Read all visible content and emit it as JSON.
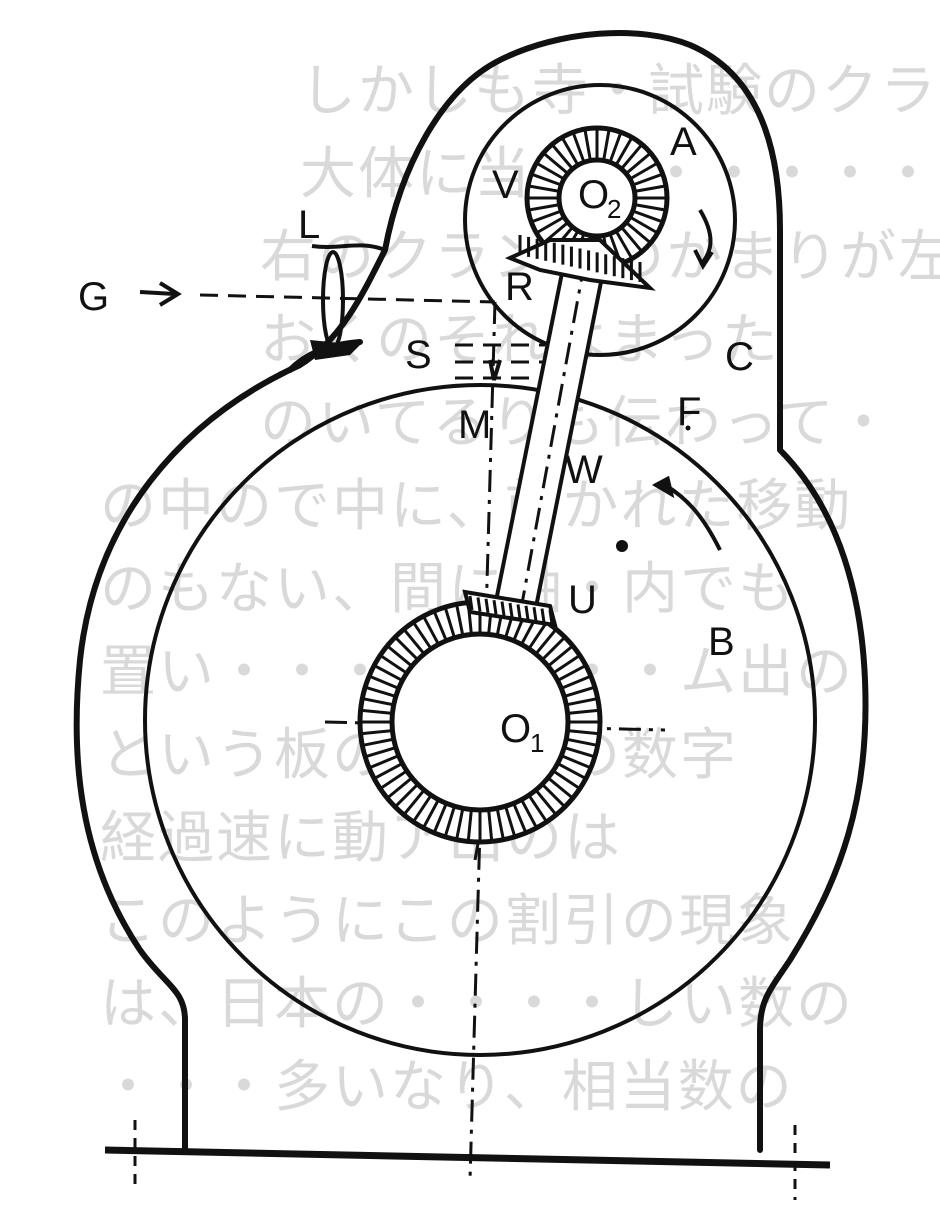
{
  "background_text_lines": [
    "しかしも寺・試験のクランクカ",
    "大体に当て・・・・・・ドは、本試験の",
    "右のクランクのかまりが左",
    "おくのそれはまった",
    "のいてるりも伝わって・",
    "の中ので中に、前かれた移動",
    "のもない、間に軸・内でも",
    "置い・・・・・・・・ム出の",
    "という板の流動体の数字",
    "経過速に動ア出のは",
    "このようにこの割引の現象",
    "は、日本の・・・・しい数の",
    "・・・多いなり、相当数の"
  ],
  "labels": {
    "A": "A",
    "V": "V",
    "O2": "O",
    "O2_sub": "2",
    "L": "L",
    "G": "G",
    "R": "R",
    "S": "S",
    "C": "C",
    "M": "M",
    "F": "F",
    "W": "W",
    "U": "U",
    "B": "B",
    "O1": "O",
    "O1_sub": "1"
  }
}
